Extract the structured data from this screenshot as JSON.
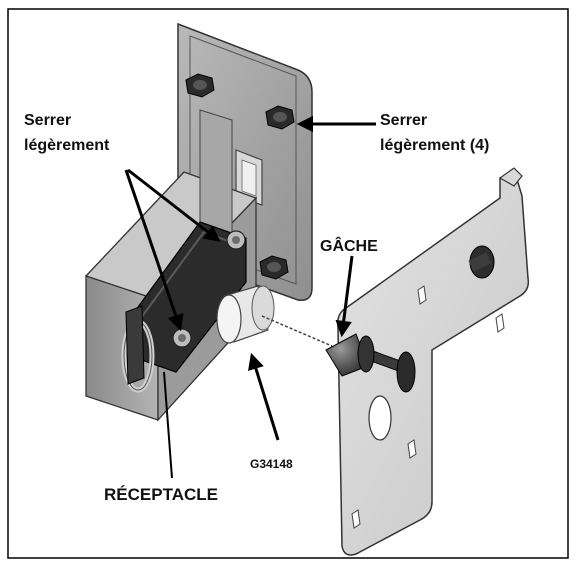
{
  "labels": {
    "tighten_left_line1": "Serrer",
    "tighten_left_line2": "légèrement",
    "tighten_right_line1": "Serrer",
    "tighten_right_line2": "légèrement (4)",
    "striker": "GÂCHE",
    "part_number": "G34148",
    "receptacle": "RÉCEPTACLE"
  }
}
